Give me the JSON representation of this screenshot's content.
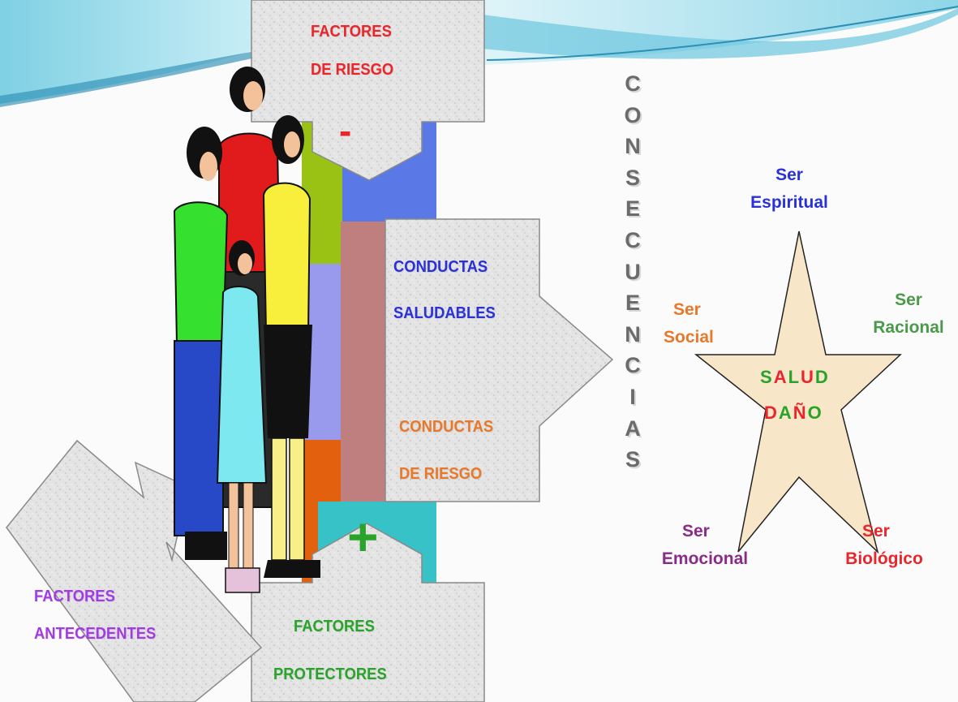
{
  "top_arrow": {
    "line1": "FACTORES",
    "line2": "DE RIESGO",
    "color": "#e8262b"
  },
  "minus_sign": "-",
  "plus_sign": "+",
  "middle_arrow": {
    "healthy_line1": "CONDUCTAS",
    "healthy_line2": "SALUDABLES",
    "healthy_color": "#2a32d6",
    "risk_line1": "CONDUCTAS",
    "risk_line2": "DE RIESGO",
    "risk_color": "#e8782a"
  },
  "bottom_arrow": {
    "line1": "FACTORES",
    "line2": "PROTECTORES",
    "color": "#29a329"
  },
  "left_arrow": {
    "line1": "FACTORES",
    "line2": "ANTECEDENTES",
    "color": "#a23be6"
  },
  "vertical_word": [
    "C",
    "O",
    "N",
    "S",
    "E",
    "C",
    "U",
    "E",
    "N",
    "C",
    "I",
    "A",
    "S"
  ],
  "star": {
    "spiritual": {
      "line1": "Ser",
      "line2": "Espiritual",
      "color": "#2a32d6"
    },
    "rational": {
      "line1": "Ser",
      "line2": "Racional",
      "color": "#4a9a4a"
    },
    "social": {
      "line1": "Ser",
      "line2": "Social",
      "color": "#e8782a"
    },
    "emotional": {
      "line1": "Ser",
      "line2": "Emocional",
      "color": "#8a2a8a"
    },
    "biological": {
      "line1": "Ser",
      "line2": "Biológico",
      "color": "#e8262b"
    },
    "center_word1": [
      "S",
      "A",
      "L",
      "U",
      "D"
    ],
    "center_word2": [
      "D",
      "A",
      "Ñ",
      "O"
    ],
    "fill": "#f7e6c8"
  },
  "bars": {
    "blue": "#5b79e6",
    "mauve": "#c07f7f",
    "green": "#9ac214",
    "lavender": "#9999ee",
    "orange": "#e3600e",
    "teal": "#36c2c6"
  }
}
